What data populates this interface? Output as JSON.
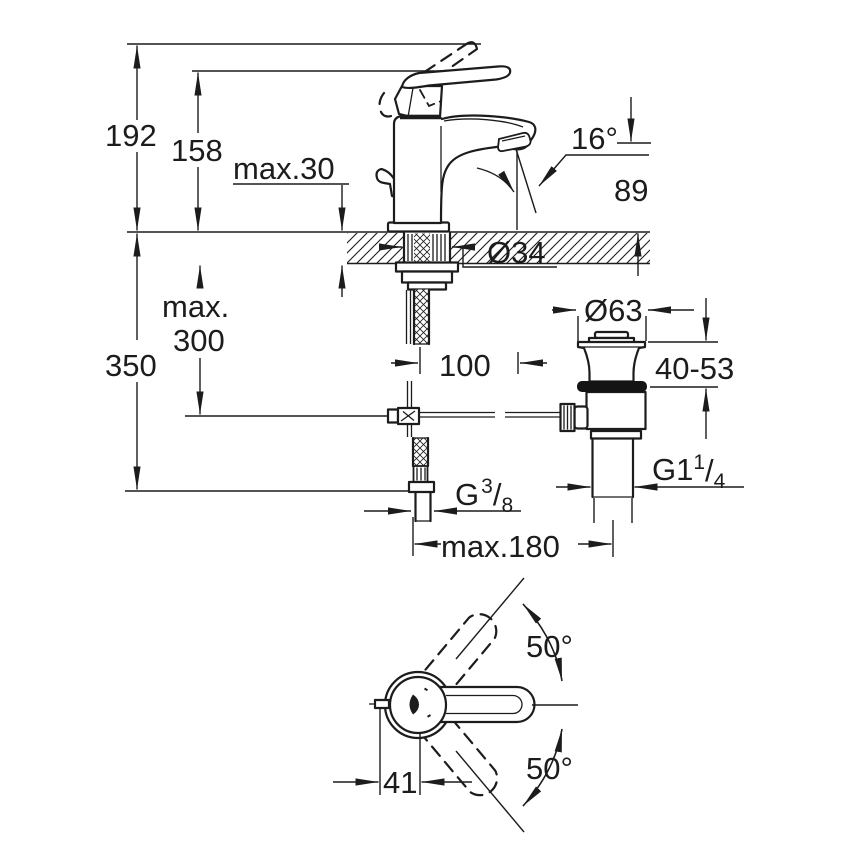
{
  "drawing": {
    "type": "faucet-installation-dimension-drawing",
    "line_color": "#1c1c1c",
    "gasket_color": "#141414",
    "background": "#ffffff"
  },
  "labels": {
    "overall_height": "192",
    "lever_height": "158",
    "deck_max_thickness": "max.30",
    "spout_angle": "16°",
    "outlet_height": "89",
    "hole_diameter": "Ø34",
    "rod_max_line1": "max.",
    "rod_max_line2": "300",
    "supply_height": "350",
    "waste_flange_diameter": "Ø63",
    "spout_reach": "100",
    "waste_deck_range": "40-53",
    "hose_spacing": "max.180",
    "swivel_upper": "50°",
    "swivel_lower": "50°",
    "handle_pin_offset": "41",
    "waste_thread": {
      "base": "G1",
      "sup": "1",
      "slash": "/",
      "sub": "4"
    },
    "supply_thread": {
      "base": "G",
      "sup": "3",
      "slash": "/",
      "sub": "8"
    }
  }
}
